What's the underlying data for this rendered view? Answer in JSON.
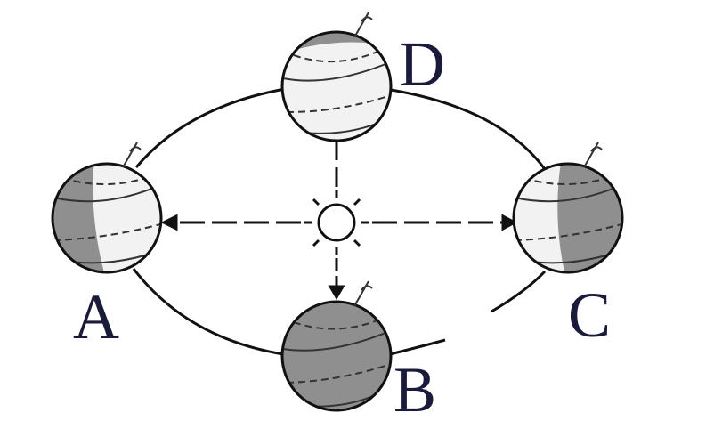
{
  "diagram": {
    "labels": {
      "a": "A",
      "b": "B",
      "c": "C",
      "d": "D"
    },
    "colors": {
      "ink": "#111111",
      "night": "#8f8f8f",
      "day": "#f2f2f2",
      "label": "#1a1a3a"
    },
    "icons": {
      "sun": "sun-icon",
      "axis": "earth-axis-icon"
    }
  }
}
